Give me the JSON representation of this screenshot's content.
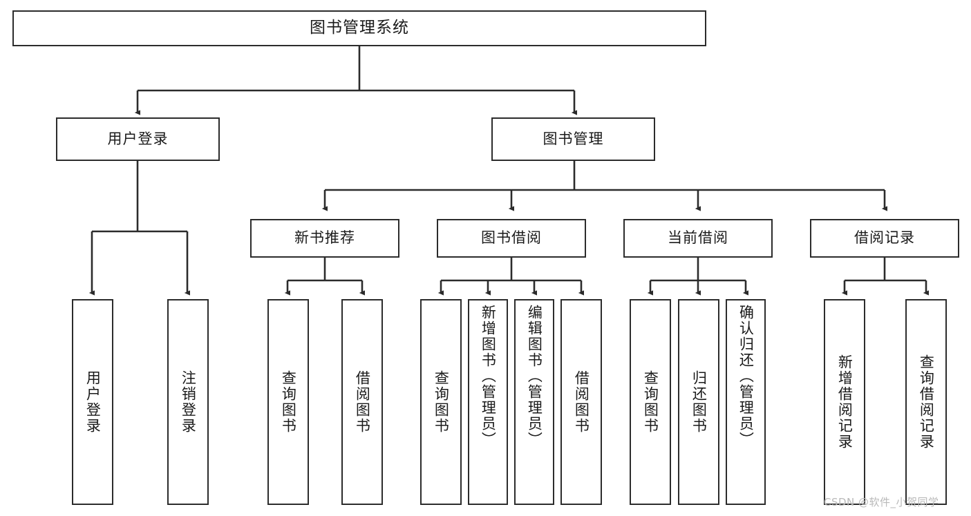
{
  "diagram": {
    "title": "图书管理系统",
    "type": "tree-hierarchy-diagram",
    "watermark": "CSDN @软件_小贺同学",
    "root": {
      "label": "图书管理系统"
    },
    "level2": [
      {
        "label": "用户登录"
      },
      {
        "label": "图书管理"
      }
    ],
    "level3": [
      {
        "label": "新书推荐"
      },
      {
        "label": "图书借阅"
      },
      {
        "label": "当前借阅"
      },
      {
        "label": "借阅记录"
      }
    ],
    "leaves": {
      "user_login": [
        {
          "label": "用户登录"
        },
        {
          "label": "注销登录"
        }
      ],
      "new_book_recommend": [
        {
          "label": "查询图书"
        },
        {
          "label": "借阅图书"
        }
      ],
      "book_borrow": [
        {
          "label": "查询图书"
        },
        {
          "label": "新增图书（管理员）"
        },
        {
          "label": "编辑图书（管理员）"
        },
        {
          "label": "借阅图书"
        }
      ],
      "current_borrow": [
        {
          "label": "查询图书"
        },
        {
          "label": "归还图书"
        },
        {
          "label": "确认归还（管理员）"
        }
      ],
      "borrow_record": [
        {
          "label": "新增借阅记录"
        },
        {
          "label": "查询借阅记录"
        }
      ]
    },
    "colors": {
      "stroke": "#2b2b2b",
      "fill": "#ffffff",
      "text": "#1a1a1a",
      "watermark": "#b9b9b9"
    }
  }
}
